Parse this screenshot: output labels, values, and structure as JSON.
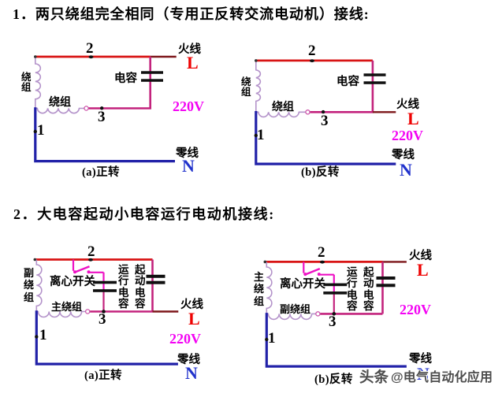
{
  "titles": {
    "section1": "1．两只绕组完全相同（专用正反转交流电动机）接线:",
    "section2": "2．大电容起动小电容运行电动机接线:"
  },
  "colors": {
    "live_wire": "#d81414",
    "live_lead": "#7d161a",
    "capacitor_branch": "#c3237d",
    "switch_branch": "#ee10c4",
    "neutral_wire": "#2121a8",
    "winding_coil": "#b493ca",
    "live_letter": "#ee0202",
    "neutral_letter": "#2233cc",
    "voltage_text": "#f303f3",
    "label_text": "#000000",
    "watermark_text": "#4f4f4f",
    "background": "#ffffff"
  },
  "watermark": {
    "brand": "头条",
    "handle": "@电气自动化应用",
    "full_text": "头条 @电气自动化应用"
  },
  "diagrams": {
    "d1a": {
      "caption": "(a)正转",
      "terminal_1": "1",
      "terminal_2": "2",
      "terminal_3": "3",
      "winding_left": "绕组",
      "winding_bottom": "绕组",
      "capacitor": "电容",
      "live_label": "火线",
      "live_letter": "L",
      "voltage": "220V",
      "neutral_label": "零线",
      "neutral_letter": "N"
    },
    "d1b": {
      "caption": "(b)反转",
      "terminal_1": "1",
      "terminal_2": "2",
      "terminal_3": "3",
      "winding_left": "绕组",
      "winding_bottom": "绕组",
      "capacitor": "电容",
      "live_label": "火线",
      "live_letter": "L",
      "voltage": "220V",
      "neutral_label": "零线",
      "neutral_letter": "N"
    },
    "d2a": {
      "caption": "(a)正转",
      "terminal_1": "1",
      "terminal_2": "2",
      "terminal_3": "3",
      "aux_winding": "副绕组",
      "main_winding": "主绕组",
      "centrifugal_switch": "离心开关",
      "run_capacitor": "运行电容",
      "start_capacitor": "起动电容",
      "live_label": "火线",
      "live_letter": "L",
      "voltage": "220V",
      "neutral_label": "零线",
      "neutral_letter": "N"
    },
    "d2b": {
      "caption": "(b)反转",
      "terminal_1": "1",
      "terminal_2": "2",
      "terminal_3": "3",
      "main_winding": "主绕组",
      "aux_winding": "副绕组",
      "centrifugal_switch": "离心开关",
      "run_capacitor": "运行电容",
      "start_capacitor": "起动电容",
      "live_label": "火线",
      "live_letter": "L",
      "voltage": "220V",
      "neutral_label": "零线",
      "neutral_letter": "N"
    }
  }
}
